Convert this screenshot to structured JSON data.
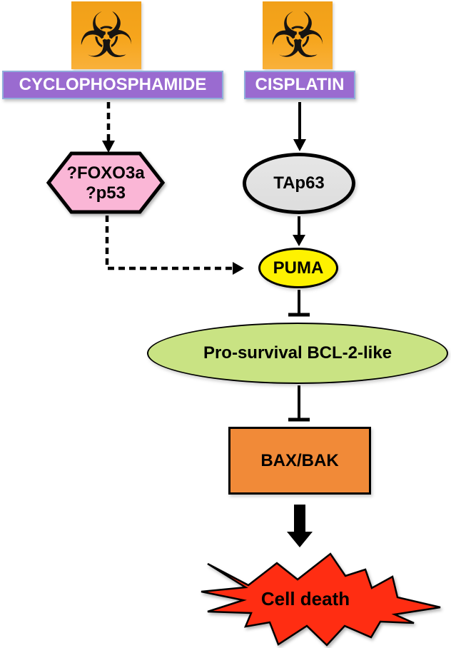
{
  "icons": {
    "biohazard_glyph": "☣"
  },
  "nodes": {
    "cyclophosphamide": "CYCLOPHOSPHAMIDE",
    "cisplatin": "CISPLATIN",
    "foxo3a": "?FOXO3a",
    "p53": "?p53",
    "tap63": "TAp63",
    "puma": "PUMA",
    "pro_survival": "Pro-survival BCL-2-like",
    "bax_bak": "BAX/BAK",
    "cell_death": "Cell death"
  },
  "colors": {
    "biohazard_bg": "#F5A51C",
    "drug_box_fill": "#9A6BD0",
    "drug_box_border": "#90AEDB",
    "drug_text": "#FFFFFF",
    "hexagon_fill": "#FAB6D6",
    "tap63_fill": "#E2E2E2",
    "puma_fill": "#FEF200",
    "pro_survival_fill": "#C9E383",
    "bax_bak_fill": "#F18A38",
    "cell_death_fill": "#FF2D12",
    "connector": "#000000"
  }
}
